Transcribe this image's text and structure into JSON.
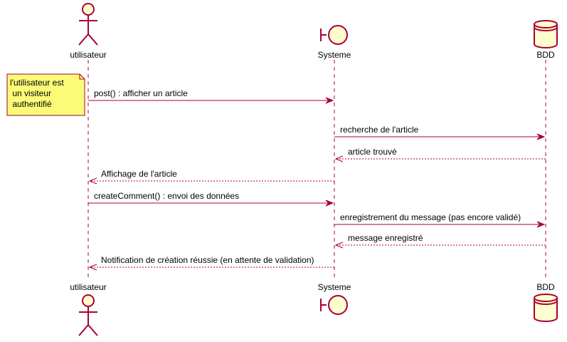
{
  "participants": {
    "user": {
      "label": "utilisateur",
      "icon": "actor-icon"
    },
    "system": {
      "label": "Systeme",
      "icon": "boundary-icon"
    },
    "db": {
      "label": "BDD",
      "icon": "database-icon"
    }
  },
  "note": {
    "lines": [
      "l'utilisateur est",
      " un visiteur",
      " authentifié"
    ]
  },
  "messages": [
    {
      "from": "user",
      "to": "system",
      "label": "post() : afficher un article",
      "dashed": false
    },
    {
      "from": "system",
      "to": "db",
      "label": "recherche de l'article",
      "dashed": false
    },
    {
      "from": "db",
      "to": "system",
      "label": "article trouvé",
      "dashed": true
    },
    {
      "from": "system",
      "to": "user",
      "label": "Affichage de l'article",
      "dashed": true
    },
    {
      "from": "user",
      "to": "system",
      "label": "createComment() : envoi des données",
      "dashed": false
    },
    {
      "from": "system",
      "to": "db",
      "label": "enregistrement du message (pas encore validé)",
      "dashed": false
    },
    {
      "from": "db",
      "to": "system",
      "label": "message enregistré",
      "dashed": true
    },
    {
      "from": "system",
      "to": "user",
      "label": "Notification de création réussie (en attente de validation)",
      "dashed": true
    }
  ],
  "colors": {
    "line": "#A80036",
    "shape_fill": "#FEFECE",
    "note_fill": "#FBFB77"
  }
}
